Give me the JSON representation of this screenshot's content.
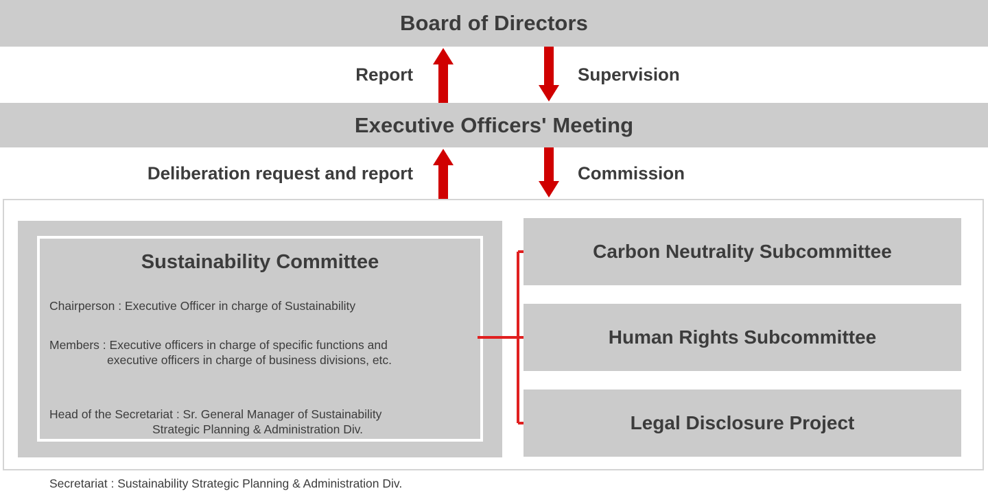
{
  "hierarchy": {
    "board": {
      "title": "Board of Directors"
    },
    "executive": {
      "title": "Executive Officers' Meeting"
    }
  },
  "flows": [
    {
      "up_label": "Report",
      "down_label": "Supervision",
      "up_icon": "arrow-up-icon",
      "down_icon": "arrow-down-icon"
    },
    {
      "up_label": "Deliberation request and report",
      "down_label": "Commission",
      "up_icon": "arrow-up-icon",
      "down_icon": "arrow-down-icon"
    }
  ],
  "committee": {
    "title": "Sustainability Committee",
    "details": [
      {
        "line1": "Chairperson : Executive Officer in charge of Sustainability",
        "line2": "",
        "indent_class": ""
      },
      {
        "line1": "Members : Executive officers in charge of specific functions and",
        "line2": "executive officers in charge of business divisions, etc.",
        "indent_class": "ind-members"
      },
      {
        "line1": "Head of the Secretariat : Sr. General Manager of Sustainability",
        "line2": "Strategic Planning & Administration Div.",
        "indent_class": "ind-head"
      },
      {
        "line1": "Secretariat : Sustainability Strategic Planning & Administration Div.",
        "line2": "",
        "indent_class": ""
      }
    ]
  },
  "subcommittees": [
    {
      "label": "Carbon Neutrality Subcommittee"
    },
    {
      "label": "Human Rights Subcommittee"
    },
    {
      "label": "Legal Disclosure Project"
    }
  ],
  "colors": {
    "arrow_red": "#d00000",
    "connector_red": "#e02020",
    "band_gray": "#cccccc",
    "box_gray": "#cbcbcb",
    "container_border": "#d4d4d4",
    "text": "#3c3c3c"
  }
}
